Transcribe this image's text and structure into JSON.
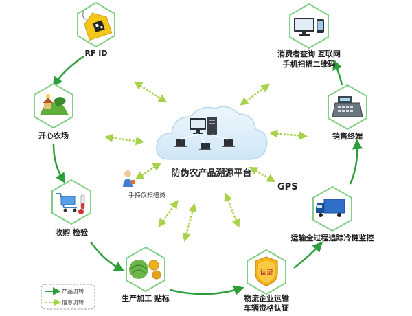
{
  "colors": {
    "flow_green": "#2e9e3a",
    "hex_border": "#7fcf85",
    "info_dash": "#a8d24a",
    "cloud_fill": "#d8ecf8",
    "cloud_stroke": "#b8d8ee"
  },
  "center": {
    "label": "防伪农产品溯源平台"
  },
  "gps": {
    "label": "GPS"
  },
  "scanner": {
    "label": "手持仪扫描员"
  },
  "nodes": {
    "rfid": {
      "label": "RF ID",
      "icon": "rfid-tag-icon"
    },
    "farm": {
      "label": "开心农场",
      "icon": "farm-icon"
    },
    "purchase": {
      "label": "收购 检验",
      "icon": "cart-icon"
    },
    "process": {
      "label": "生产加工 贴标",
      "icon": "vegetables-icon"
    },
    "logistics": {
      "line1": "物流企业运输",
      "line2": "车辆资格认证",
      "badge": "认证",
      "icon": "certified-badge-icon"
    },
    "transport": {
      "label": "运输全过程追踪冷链监控",
      "icon": "truck-icon"
    },
    "pos": {
      "label": "销售终端",
      "icon": "cash-register-icon"
    },
    "consumer": {
      "line1": "消费者查询 互联网",
      "line2": "手机扫描二维码",
      "icon": "computer-phone-icon"
    }
  },
  "legend": {
    "product_flow": "产品流转",
    "info_flow": "信息流转"
  }
}
